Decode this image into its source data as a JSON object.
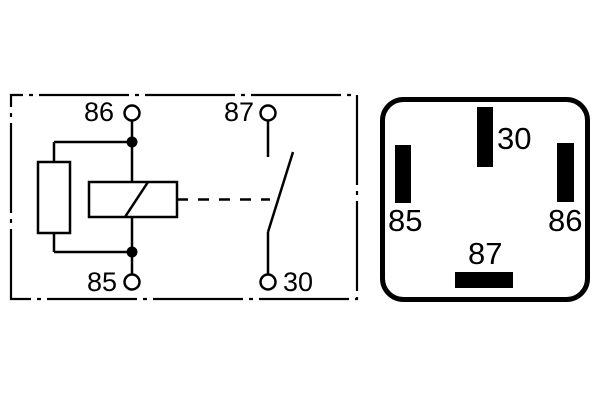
{
  "colors": {
    "ink": "#000000",
    "paper": "#ffffff"
  },
  "schematic": {
    "terminal_86": "86",
    "terminal_87": "87",
    "terminal_85": "85",
    "terminal_30": "30"
  },
  "pinout": {
    "pin_30": "30",
    "pin_85": "85",
    "pin_86": "86",
    "pin_87": "87"
  }
}
